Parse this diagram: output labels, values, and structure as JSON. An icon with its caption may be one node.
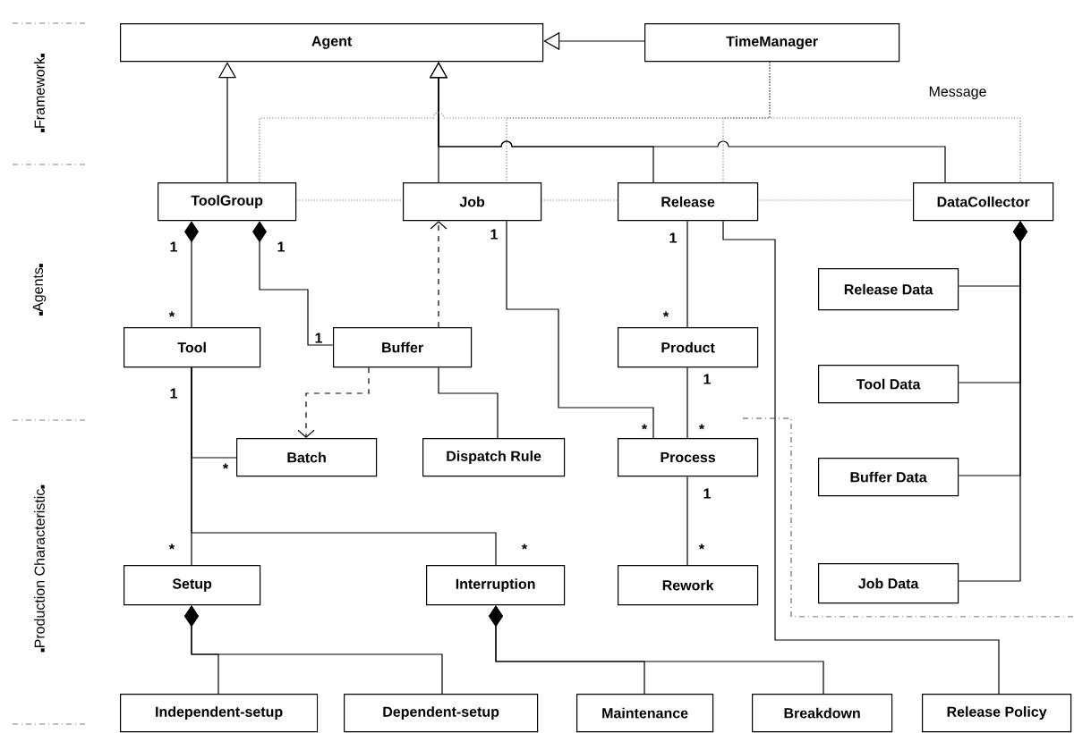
{
  "diagram": {
    "nodes": [
      {
        "text": [
          "Agent"
        ]
      },
      {
        "text": [
          "TimeManager"
        ]
      },
      {
        "text": [
          "ToolGroup"
        ]
      },
      {
        "text": [
          "Job"
        ]
      },
      {
        "text": [
          "Release"
        ]
      },
      {
        "text": [
          "DataCollector"
        ]
      },
      {
        "text": [
          "Release Data"
        ]
      },
      {
        "text": [
          "Tool"
        ]
      },
      {
        "text": [
          "Buffer"
        ]
      },
      {
        "text": [
          "Product"
        ]
      },
      {
        "text": [
          "Tool Data"
        ]
      },
      {
        "text": [
          "Batch"
        ]
      },
      {
        "text": [
          "Dispatch Rule"
        ]
      },
      {
        "text": [
          "Process"
        ]
      },
      {
        "text": [
          "Buffer Data"
        ]
      },
      {
        "text": [
          "Setup"
        ]
      },
      {
        "text": [
          "Interruption"
        ]
      },
      {
        "text": [
          "Rework"
        ]
      },
      {
        "text": [
          "Job Data"
        ]
      },
      {
        "text": [
          "Independent-setup"
        ]
      },
      {
        "text": [
          "Dependent-setup"
        ]
      },
      {
        "text": [
          "Maintenance"
        ]
      },
      {
        "text": [
          "Breakdown"
        ]
      },
      {
        "text": [
          "Release Policy"
        ]
      }
    ],
    "edges": [
      {
        "from": 2,
        "to": 0,
        "arrow": "to"
      },
      {
        "from": 3,
        "to": 0,
        "arrow": "to"
      },
      {
        "from": 1,
        "to": 0,
        "arrow": "to"
      },
      {
        "from": 4,
        "to": 0,
        "arrow": "to"
      },
      {
        "from": 5,
        "to": 0,
        "arrow": "to"
      },
      {
        "from": 1,
        "to": 2,
        "arrow": "none",
        "style": "dashed",
        "color": "#7f7f7f"
      },
      {
        "from": 1,
        "to": 3,
        "arrow": "none",
        "style": "dashed",
        "color": "#7f7f7f"
      },
      {
        "from": 1,
        "to": 4,
        "arrow": "none",
        "style": "dashed",
        "color": "#7f7f7f"
      },
      {
        "from": 1,
        "to": 5,
        "arrow": "none",
        "style": "dashed",
        "color": "#7f7f7f",
        "label": "Message"
      },
      {
        "from": 2,
        "to": 3,
        "arrow": "none",
        "style": "dashed",
        "color": "#7f7f7f"
      },
      {
        "from": 3,
        "to": 4,
        "arrow": "none",
        "style": "dashed",
        "color": "#7f7f7f"
      },
      {
        "from": 4,
        "to": 5,
        "arrow": "none",
        "style": "dashed",
        "color": "#7f7f7f"
      },
      {
        "from": 2,
        "to": 7,
        "arrow": "other"
      },
      {
        "from": 2,
        "to": 8,
        "arrow": "other"
      },
      {
        "from": 8,
        "to": 3,
        "arrow": "to",
        "style": "dashed"
      },
      {
        "from": 3,
        "to": 13,
        "arrow": "none"
      },
      {
        "from": 4,
        "to": 9,
        "arrow": "none"
      },
      {
        "from": 4,
        "to": 23,
        "arrow": "none"
      },
      {
        "from": 5,
        "to": 6,
        "arrow": "other"
      },
      {
        "from": 5,
        "to": 10,
        "arrow": "other"
      },
      {
        "from": 5,
        "to": 14,
        "arrow": "other"
      },
      {
        "from": 5,
        "to": 18,
        "arrow": "other"
      },
      {
        "from": 8,
        "to": 11,
        "arrow": "to",
        "style": "dashed"
      },
      {
        "from": 8,
        "to": 12,
        "arrow": "none"
      },
      {
        "from": 7,
        "to": 11,
        "arrow": "none"
      },
      {
        "from": 7,
        "to": 15,
        "arrow": "none"
      },
      {
        "from": 7,
        "to": 16,
        "arrow": "none"
      },
      {
        "from": 9,
        "to": 13,
        "arrow": "none"
      },
      {
        "from": 13,
        "to": 17,
        "arrow": "none"
      },
      {
        "from": 15,
        "to": 19,
        "arrow": "other"
      },
      {
        "from": 15,
        "to": 20,
        "arrow": "other"
      },
      {
        "from": 16,
        "to": 21,
        "arrow": "other"
      },
      {
        "from": 16,
        "to": 22,
        "arrow": "other"
      }
    ],
    "labels": [
      "Framework",
      "Agents",
      "Production Characteristic",
      "1",
      "1",
      "1",
      "1",
      "*",
      "*",
      "1",
      "1",
      "*",
      "1",
      "*",
      "*",
      "1",
      "*",
      "*",
      "*"
    ]
  }
}
